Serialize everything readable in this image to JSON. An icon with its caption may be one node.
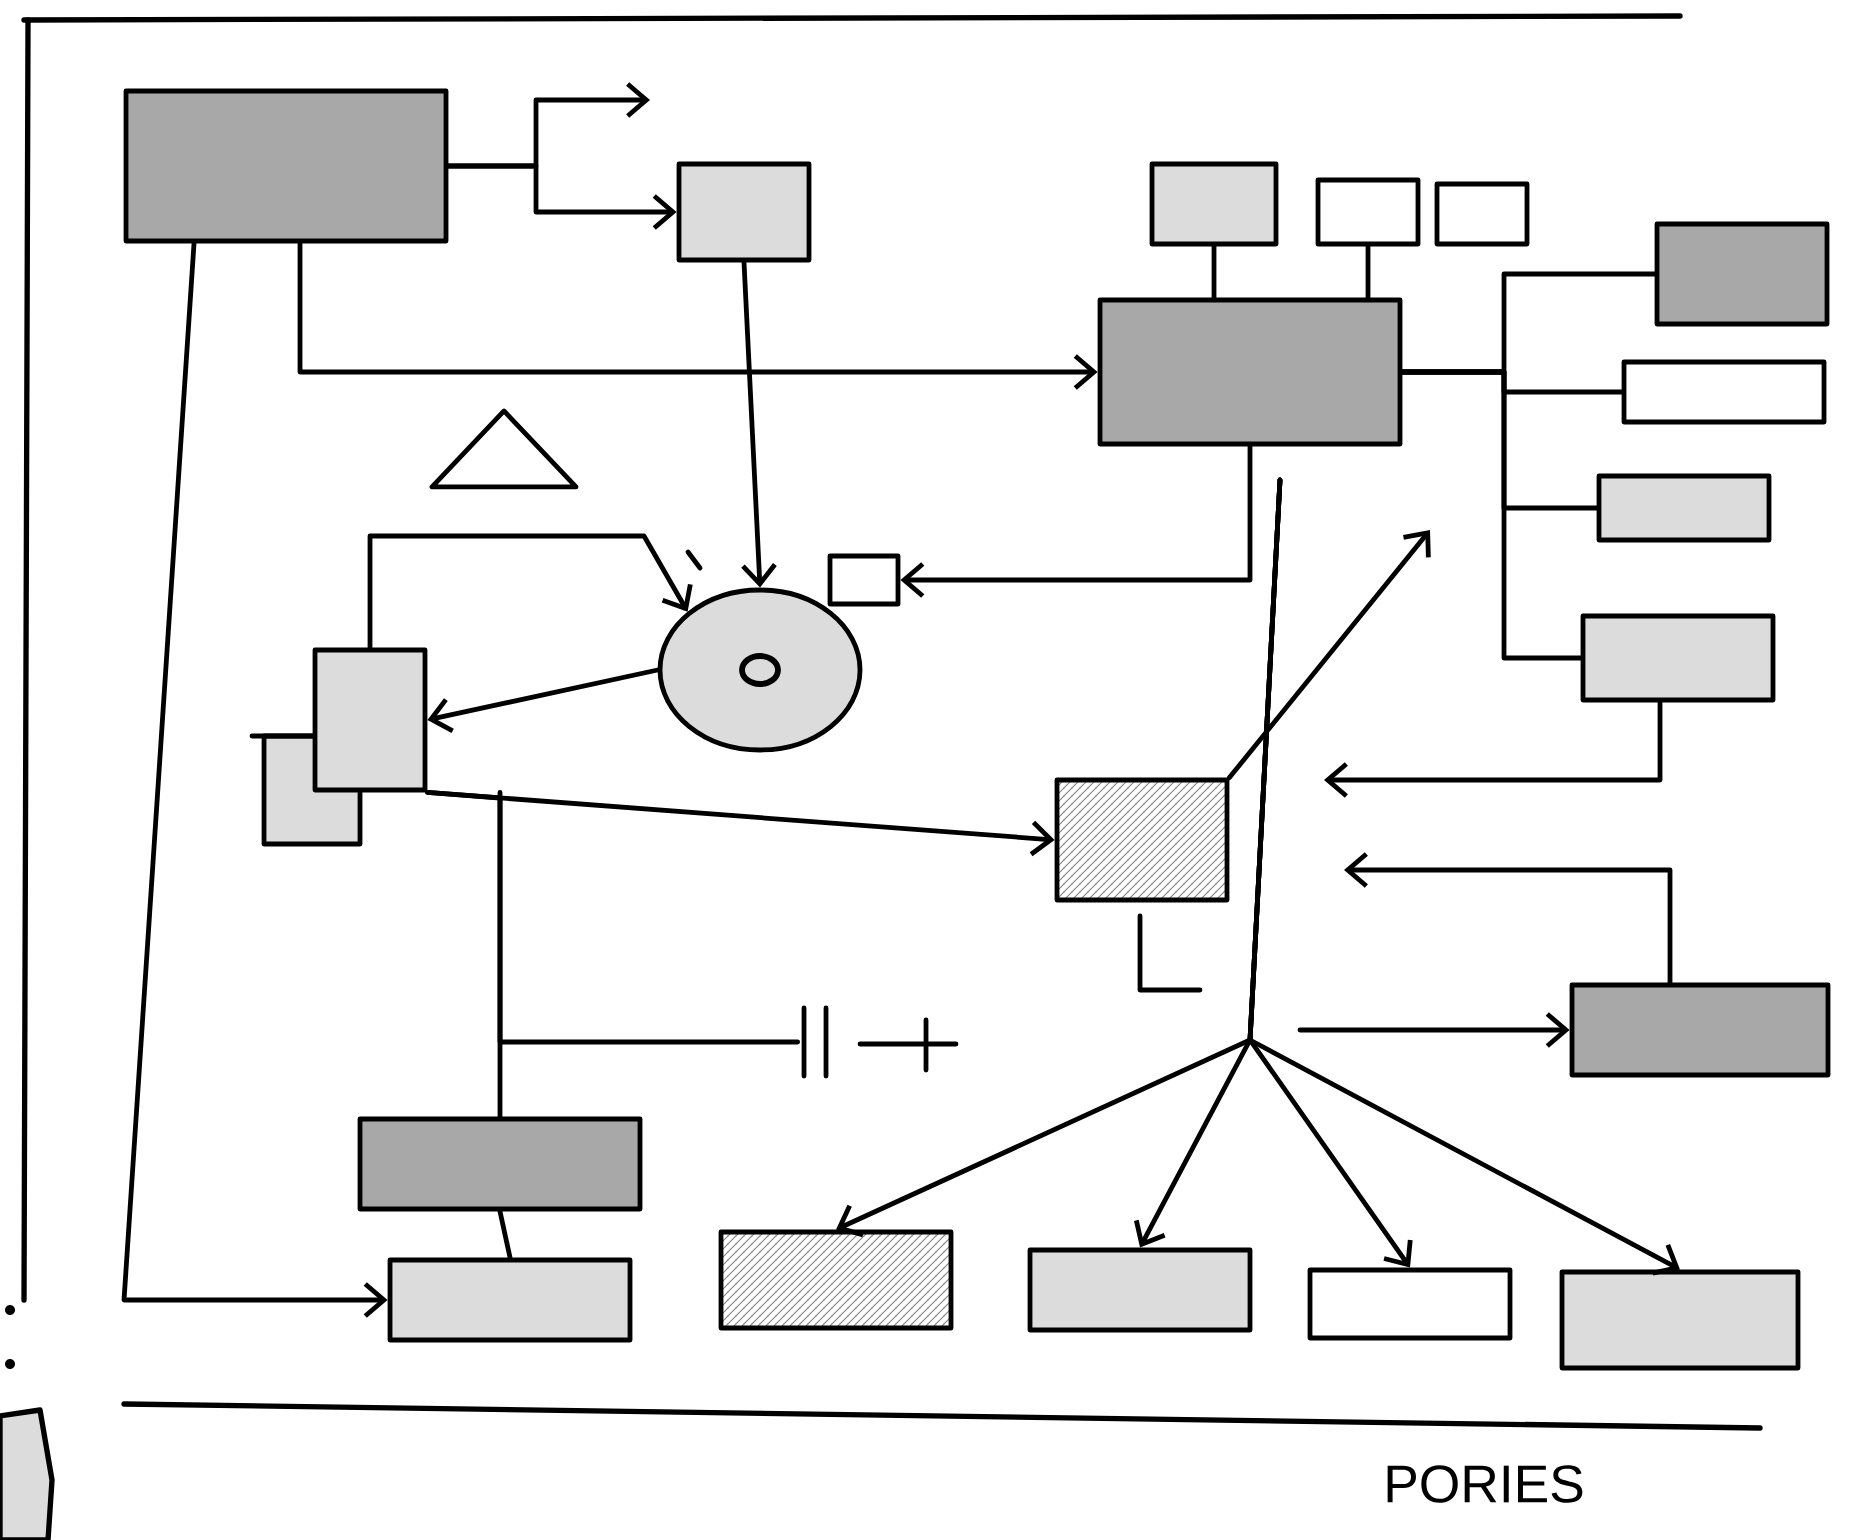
{
  "diagram": {
    "nodes": [
      {
        "text": [],
        "shape": "box"
      },
      {
        "text": [],
        "shape": "box"
      },
      {
        "text": [],
        "shape": "box"
      },
      {
        "text": [],
        "shape": "box"
      },
      {
        "text": [],
        "shape": "box"
      },
      {
        "text": [],
        "shape": "box"
      },
      {
        "text": [],
        "shape": "box"
      },
      {
        "text": [],
        "shape": "box"
      },
      {
        "text": [],
        "shape": "box"
      },
      {
        "text": [],
        "shape": "box"
      },
      {
        "text": [],
        "shape": "triangle"
      },
      {
        "text": [],
        "shape": "box"
      },
      {
        "text": [],
        "shape": "ellipse"
      },
      {
        "text": [],
        "shape": "box"
      },
      {
        "text": [],
        "shape": "box"
      },
      {
        "text": [],
        "shape": "box"
      },
      {
        "text": [],
        "shape": "box"
      },
      {
        "text": [],
        "shape": "box"
      },
      {
        "text": [],
        "shape": "box"
      },
      {
        "text": [],
        "shape": "box"
      },
      {
        "text": [],
        "shape": "box"
      },
      {
        "text": [],
        "shape": "box"
      },
      {
        "text": [],
        "shape": "capacitor"
      }
    ],
    "edges": [
      {
        "from": 0,
        "to": 1,
        "arrow": "to"
      },
      {
        "from": 0,
        "to": null,
        "arrow": "to"
      },
      {
        "from": 0,
        "to": 5,
        "arrow": "to"
      },
      {
        "from": 1,
        "to": 12,
        "arrow": "to"
      },
      {
        "from": 2,
        "to": 5,
        "arrow": "none"
      },
      {
        "from": 3,
        "to": 5,
        "arrow": "none"
      },
      {
        "from": 5,
        "to": 11,
        "arrow": "to"
      },
      {
        "from": 5,
        "to": 6,
        "arrow": "none"
      },
      {
        "from": 5,
        "to": 7,
        "arrow": "none"
      },
      {
        "from": 5,
        "to": 8,
        "arrow": "none"
      },
      {
        "from": 5,
        "to": 9,
        "arrow": "none"
      },
      {
        "from": 9,
        "to": null,
        "arrow": "to"
      },
      {
        "from": 15,
        "to": null,
        "arrow": "to"
      },
      {
        "from": null,
        "to": 15,
        "arrow": "to"
      },
      {
        "from": 13,
        "to": 12,
        "arrow": "to"
      },
      {
        "from": 12,
        "to": 13,
        "arrow": "to"
      },
      {
        "from": 13,
        "to": 14,
        "arrow": "to"
      },
      {
        "from": 13,
        "to": 16,
        "arrow": "none"
      },
      {
        "from": 13,
        "to": 22,
        "arrow": "none"
      },
      {
        "from": 14,
        "to": null,
        "arrow": "to"
      },
      {
        "from": null,
        "to": 18,
        "arrow": "to"
      },
      {
        "from": null,
        "to": 19,
        "arrow": "to"
      },
      {
        "from": null,
        "to": 20,
        "arrow": "to"
      },
      {
        "from": null,
        "to": 21,
        "arrow": "to"
      },
      {
        "from": 0,
        "to": 17,
        "arrow": "to"
      },
      {
        "from": 16,
        "to": 17,
        "arrow": "none"
      }
    ],
    "labels": [
      "PORIES"
    ]
  }
}
